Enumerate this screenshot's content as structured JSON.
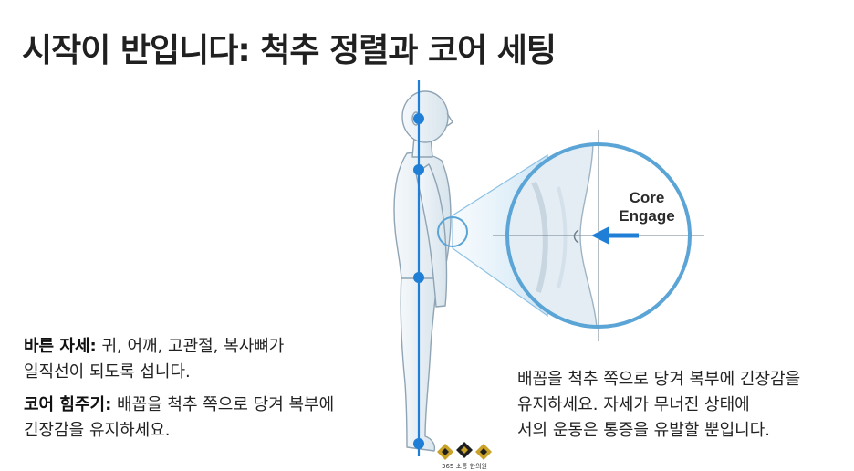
{
  "title": "시작이 반입니다: 척추 정렬과 코어 세팅",
  "left_notes": {
    "posture_label": "바른 자세:",
    "posture_line1": " 귀, 어깨, 고관절, 복사뼈가",
    "posture_line2": "일직선이 되도록 섭니다.",
    "core_label": "코어 힘주기:",
    "core_line1": " 배꼽을 척추 쪽으로 당겨 복부에",
    "core_line2": "긴장감을 유지하세요."
  },
  "right_note": {
    "line1": "배꼽을 척추 쪽으로 당겨 복부에 긴장감을",
    "line2": "유지하세요. 자세가 무너진 상태에",
    "line3": "서의 운동은 통증을 유발할 뿐입니다."
  },
  "zoom_label": {
    "line1": "Core",
    "line2": "Engage"
  },
  "logo": {
    "text": "365 소통 한의원"
  },
  "colors": {
    "alignment_line": "#1f7fd6",
    "marker": "#1f7fd6",
    "body_fill": "#e9f1f6",
    "body_stroke": "#8fa4b4",
    "zoom_ring": "#5aa4d6",
    "arrow": "#1f7fd6",
    "logo_gold": "#c9a227"
  }
}
